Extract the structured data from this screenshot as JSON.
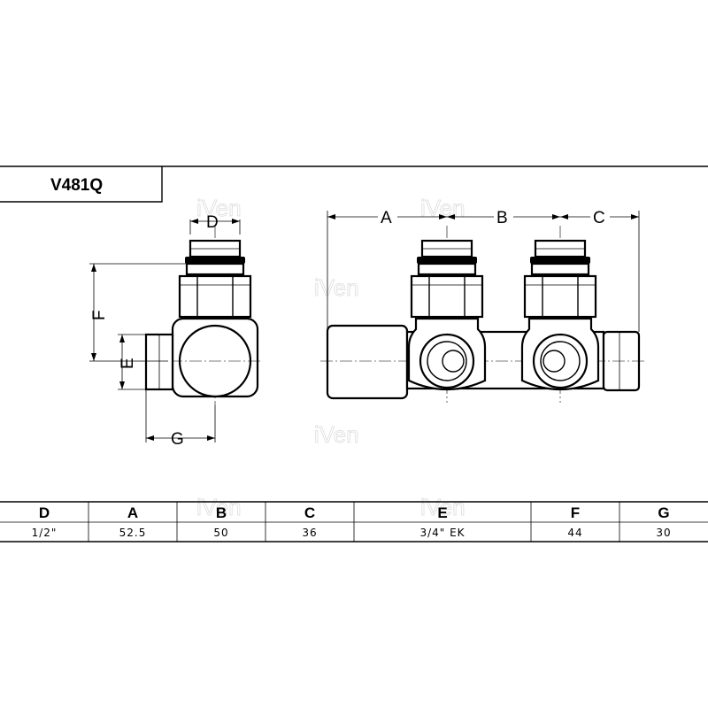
{
  "title": "V481Q",
  "dimension_labels": {
    "side_view": [
      "D",
      "F",
      "E",
      "G"
    ],
    "front_view": [
      "A",
      "B",
      "C"
    ]
  },
  "table": {
    "headers": [
      "D",
      "A",
      "B",
      "C",
      "E",
      "F",
      "G"
    ],
    "values": [
      "1/2\"",
      "52.5",
      "50",
      "36",
      "3/4\" EK",
      "44",
      "30"
    ]
  },
  "watermark": "iVen"
}
